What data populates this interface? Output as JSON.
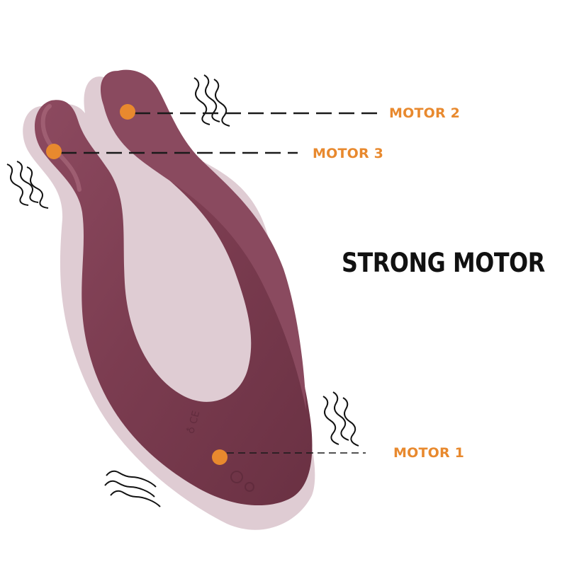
{
  "headline": "STRONG MOTOR",
  "motors": [
    {
      "label": "MOTOR 1"
    },
    {
      "label": "MOTOR 2"
    },
    {
      "label": "MOTOR 3"
    }
  ],
  "colors": {
    "accent": "#e8892e",
    "body": "#7b3c50",
    "body_dark": "#5e2a3b",
    "body_light": "#9a5a6d",
    "shadow": "#cdb3bd",
    "text": "#111111",
    "lines": "#1a1a1a"
  }
}
